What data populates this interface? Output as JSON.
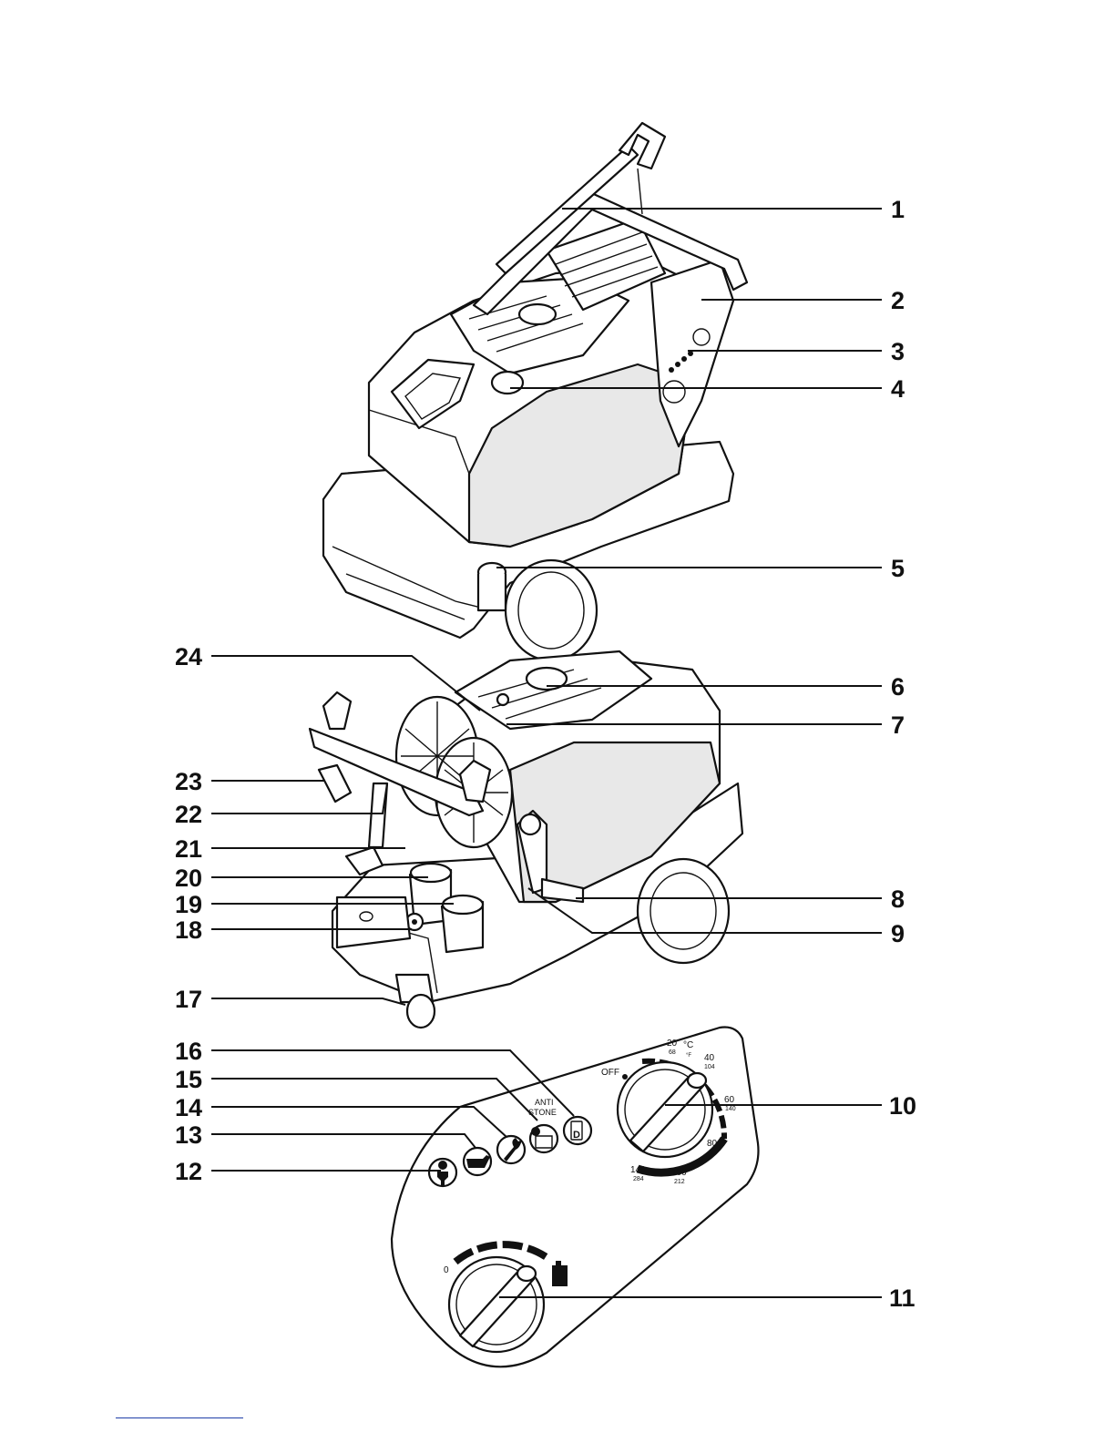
{
  "callouts": [
    {
      "n": "1"
    },
    {
      "n": "2"
    },
    {
      "n": "3"
    },
    {
      "n": "4"
    },
    {
      "n": "5"
    },
    {
      "n": "6"
    },
    {
      "n": "7"
    },
    {
      "n": "8"
    },
    {
      "n": "9"
    },
    {
      "n": "10"
    },
    {
      "n": "11"
    },
    {
      "n": "12"
    },
    {
      "n": "13"
    },
    {
      "n": "14"
    },
    {
      "n": "15"
    },
    {
      "n": "16"
    },
    {
      "n": "17"
    },
    {
      "n": "18"
    },
    {
      "n": "19"
    },
    {
      "n": "20"
    },
    {
      "n": "21"
    },
    {
      "n": "22"
    },
    {
      "n": "23"
    },
    {
      "n": "24"
    }
  ],
  "temperature_dial": {
    "off_label": "OFF",
    "unit_c": "°C",
    "unit_f": "°F",
    "marks": [
      {
        "c": "20",
        "f": "68"
      },
      {
        "c": "40",
        "f": "104"
      },
      {
        "c": "60",
        "f": "140"
      },
      {
        "c": "80",
        "f": ""
      },
      {
        "c": "100",
        "f": "212"
      },
      {
        "c": "140",
        "f": "284"
      }
    ]
  },
  "detergent_dial": {
    "zero_label": "0"
  },
  "indicators": {
    "anti_stone_line1": "ANTI",
    "anti_stone_line2": "STONE",
    "fuel_letter": "D"
  },
  "icons": [
    "mains-plug-icon",
    "oil-can-icon",
    "wrench-icon",
    "anti-stone-icon",
    "fuel-pump-icon",
    "detergent-canister-icon"
  ]
}
